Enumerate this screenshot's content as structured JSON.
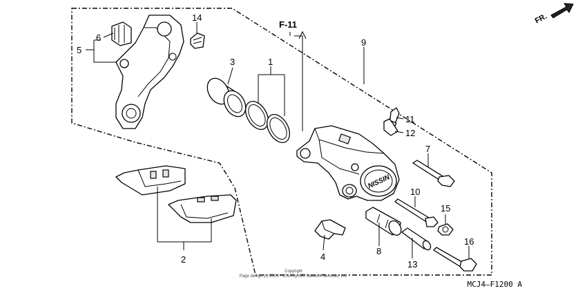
{
  "callouts": {
    "c1": "1",
    "c2": "2",
    "c3": "3",
    "c4": "4",
    "c5": "5",
    "c6": "6",
    "c7": "7",
    "c8": "8",
    "c9": "9",
    "c10": "10",
    "c11": "11",
    "c12": "12",
    "c13": "13",
    "c14": "14",
    "c15": "15",
    "c16": "16"
  },
  "reference": "F-11",
  "direction": "FR.",
  "caliper_logo": "NISSIN",
  "copyright": {
    "line1": "Copyright",
    "line2": "Page design (c) 2004 - 2014 by ARI Network Services, Inc."
  },
  "diagram_code": "MCJ4—F1200 A"
}
